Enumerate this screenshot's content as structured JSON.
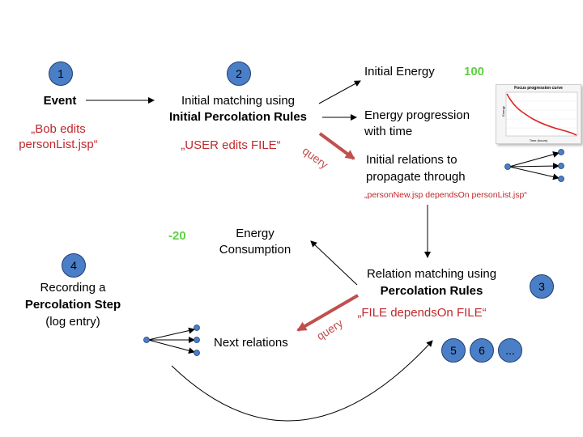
{
  "steps": {
    "s1": "1",
    "s2": "2",
    "s3": "3",
    "s4": "4",
    "s5": "5",
    "s6": "6",
    "more": "..."
  },
  "event": {
    "title": "Event",
    "example_line1": "„Bob edits",
    "example_line2": "personList.jsp“"
  },
  "initial_matching": {
    "line1": "Initial matching using",
    "line2": "Initial Percolation Rules",
    "example": "„USER edits FILE“"
  },
  "initial_energy": {
    "label": "Initial Energy",
    "value": "100"
  },
  "energy_progression": {
    "line1": "Energy progression",
    "line2": "with time"
  },
  "focus_chart": {
    "title": "Focus progression curve",
    "xlabel": "Time (hours)",
    "ylabel": "Energy"
  },
  "initial_relations": {
    "line1": "Initial relations to",
    "line2": "propagate through",
    "example": "„personNew.jsp dependsOn personList.jsp“"
  },
  "query_labels": {
    "top": "query",
    "bottom": "query"
  },
  "relation_matching": {
    "line1": "Relation matching using",
    "line2": "Percolation Rules",
    "example": "„FILE dependsOn FILE“"
  },
  "energy_consumption": {
    "line1": "Energy",
    "line2": "Consumption",
    "value": "-20"
  },
  "recording": {
    "line1": "Recording a",
    "line2": "Percolation Step",
    "line3": "(log entry)"
  },
  "next_relations": {
    "label": "Next relations"
  },
  "colors": {
    "step_fill": "#4a7ec7",
    "example_text": "#c0282d",
    "energy_value": "#5dd145",
    "query_arrow": "#c0504d"
  }
}
